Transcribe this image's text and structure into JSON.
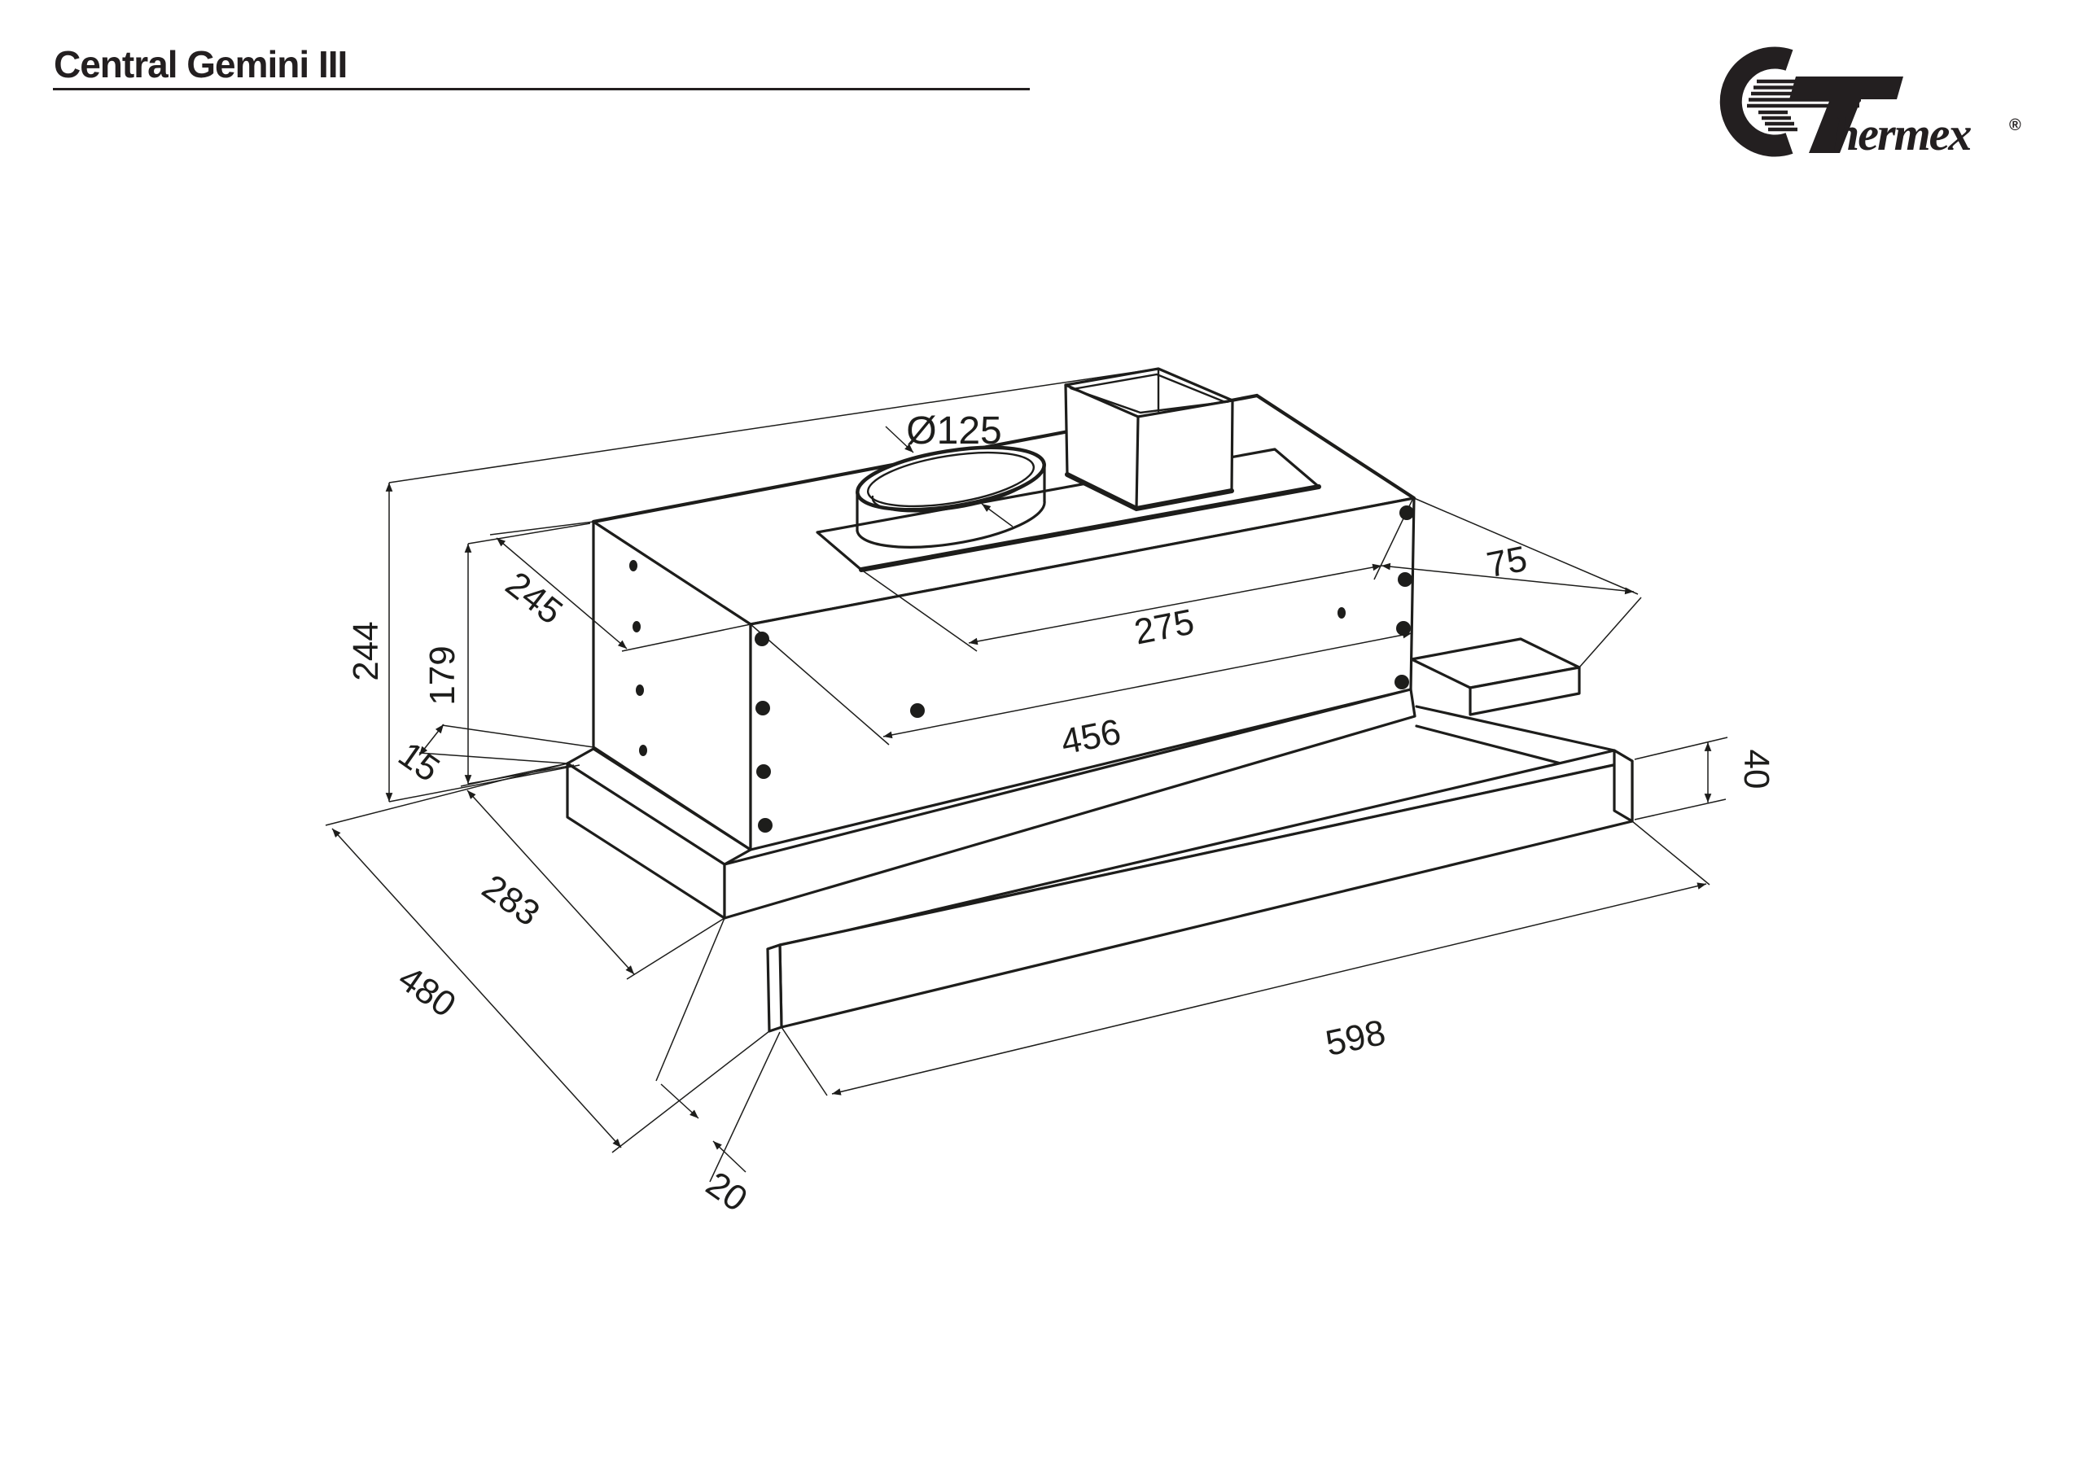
{
  "header": {
    "title": "Central Gemini III"
  },
  "logo": {
    "brand_suffix": "hermex",
    "registered": "®"
  },
  "dimensions": {
    "duct_diameter": "Ø125",
    "panel_width": "275",
    "body_width": "456",
    "right_overhang": "75",
    "visor_width": "598",
    "visor_height": "40",
    "total_height": "244",
    "body_height": "179",
    "ledge": "15",
    "top_depth": "245",
    "tray_depth": "283",
    "total_depth": "480",
    "visor_offset": "20"
  }
}
